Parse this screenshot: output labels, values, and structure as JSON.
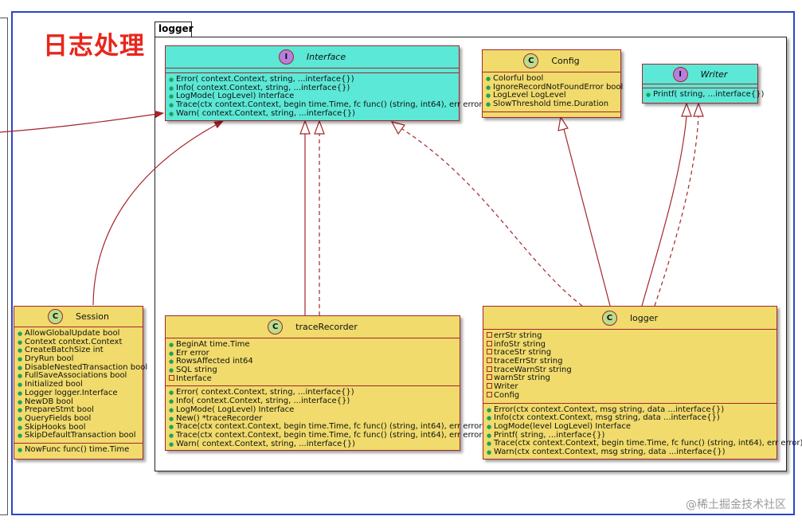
{
  "title": "日志处理",
  "package": "logger",
  "watermark": "@稀土掘金技术社区",
  "classes": {
    "interface": {
      "kind": "I",
      "name": "Interface",
      "fields": [],
      "methods": [
        "Error( context.Context,  string,  ...interface{})",
        "Info( context.Context,  string,  ...interface{})",
        "LogMode( LogLevel) Interface",
        "Trace(ctx context.Context, begin time.Time, fc func() (string, int64), err error)",
        "Warn( context.Context,  string,  ...interface{})"
      ]
    },
    "config": {
      "kind": "C",
      "name": "Config",
      "fields": [
        "Colorful bool",
        "IgnoreRecordNotFoundError bool",
        "LogLevel LogLevel",
        "SlowThreshold time.Duration"
      ],
      "methods": []
    },
    "writer": {
      "kind": "I",
      "name": "Writer",
      "fields": [],
      "methods": [
        "Printf( string,  ...interface{})"
      ]
    },
    "session": {
      "kind": "C",
      "name": "Session",
      "fields": [
        "AllowGlobalUpdate bool",
        "Context context.Context",
        "CreateBatchSize int",
        "DryRun bool",
        "DisableNestedTransaction bool",
        "FullSaveAssociations bool",
        "Initialized bool",
        "Logger logger.Interface",
        "NewDB bool",
        "PrepareStmt bool",
        "QueryFields bool",
        "SkipHooks bool",
        "SkipDefaultTransaction bool"
      ],
      "methods": [
        "NowFunc func() time.Time"
      ]
    },
    "traceRecorder": {
      "kind": "C",
      "name": "traceRecorder",
      "fields": [
        "BeginAt time.Time",
        "Err error",
        "RowsAffected int64",
        "SQL string",
        "Interface"
      ],
      "field_visibility": [
        "pub",
        "pub",
        "pub",
        "pub",
        "priv"
      ],
      "methods": [
        "Error( context.Context,  string,  ...interface{})",
        "Info( context.Context,  string,  ...interface{})",
        "LogMode( LogLevel) Interface",
        "New() *traceRecorder",
        "Trace(ctx context.Context, begin time.Time, fc func() (string, int64), err error)",
        "Trace(ctx context.Context, begin time.Time, fc func() (string, int64), err error)",
        "Warn( context.Context,  string,  ...interface{})"
      ]
    },
    "logger": {
      "kind": "C",
      "name": "logger",
      "fields": [
        "errStr string",
        "infoStr string",
        "traceStr string",
        "traceErrStr string",
        "traceWarnStr string",
        "warnStr string",
        "Writer",
        "Config"
      ],
      "field_visibility": [
        "priv",
        "priv",
        "priv",
        "priv",
        "priv",
        "priv",
        "priv",
        "priv"
      ],
      "methods": [
        "Error(ctx context.Context, msg string, data ...interface{})",
        "Info(ctx context.Context, msg string, data ...interface{})",
        "LogMode(level LogLevel) Interface",
        "Printf( string,  ...interface{})",
        "Trace(ctx context.Context, begin time.Time, fc func() (string, int64), err error)",
        "Warn(ctx context.Context, msg string, data ...interface{})"
      ]
    }
  },
  "colors": {
    "interface_fill": "#5be8d6",
    "class_fill": "#f0db6c",
    "border": "#a4262c",
    "title": "#e8261c",
    "frame": "#2b46c7"
  }
}
